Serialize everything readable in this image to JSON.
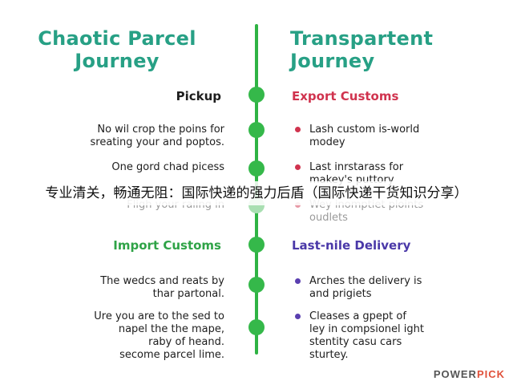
{
  "headings": {
    "left": "Chaotic Parcel\nJourney",
    "right": "Transpartent\nJourney"
  },
  "rows": {
    "pickup_title": "Pickup",
    "export_title": "Export Customs",
    "left_1": "No wil crop the poins for\nsreating your and poptos.",
    "right_1": "Lash custom is-world\nmodey",
    "left_2": "One gord chad picess",
    "right_2": "Last inrstarass for\nmakey's puttory",
    "left_3": "Fligh your raling in",
    "right_3": "Wey inomptiet ploints\noudlets",
    "import_title": "Import Customs",
    "lastmile_title": "Last-nile Delivery",
    "left_4": "The wedcs and reats by\nthar partonal.",
    "right_4": "Arches the delivery is\nand prigiets",
    "left_5": "Ure you are to the sed to\nnapel the the mape,\nraby of heand.\nsecome parcel lime.",
    "right_5": "Cleases a gpept of\nley in compsionel ight\nstentity casu cars\nsturtey."
  },
  "watermark": "专业清关，畅通无阻：国际快递的强力后盾（国际快递干货知识分享）",
  "brand": {
    "part1": "POWER",
    "part2": "PICK"
  },
  "colors": {
    "heading": "#27a085",
    "timeline": "#2fb344",
    "export": "#d0334e",
    "import": "#2fa347",
    "lastmile": "#4a38a8",
    "brand_accent": "#e0503a"
  }
}
